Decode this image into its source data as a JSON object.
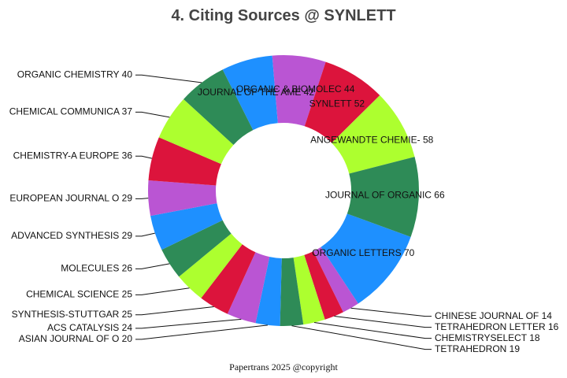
{
  "chart_data": {
    "type": "pie",
    "title": "4. Citing Sources @ SYNLETT",
    "footer": "Papertrans 2025 @copyright",
    "slices": [
      {
        "label": "ORGANIC LETTERS",
        "value": 70,
        "color": "#1E90FF"
      },
      {
        "label": "CHINESE JOURNAL OF",
        "value": 14,
        "color": "#BA55D3"
      },
      {
        "label": "TETRAHEDRON LETTER",
        "value": 16,
        "color": "#DC143C"
      },
      {
        "label": "CHEMISTRYSELECT",
        "value": 18,
        "color": "#ADFF2F"
      },
      {
        "label": "TETRAHEDRON",
        "value": 19,
        "color": "#2E8B57"
      },
      {
        "label": "ASIAN JOURNAL OF O",
        "value": 20,
        "color": "#1E90FF"
      },
      {
        "label": "ACS CATALYSIS",
        "value": 24,
        "color": "#BA55D3"
      },
      {
        "label": "SYNTHESIS-STUTTGAR",
        "value": 25,
        "color": "#DC143C"
      },
      {
        "label": "CHEMICAL SCIENCE",
        "value": 25,
        "color": "#ADFF2F"
      },
      {
        "label": "MOLECULES",
        "value": 26,
        "color": "#2E8B57"
      },
      {
        "label": "ADVANCED SYNTHESIS",
        "value": 29,
        "color": "#1E90FF"
      },
      {
        "label": "EUROPEAN JOURNAL O",
        "value": 29,
        "color": "#BA55D3"
      },
      {
        "label": "CHEMISTRY-A EUROPE",
        "value": 36,
        "color": "#DC143C"
      },
      {
        "label": "CHEMICAL COMMUNICA",
        "value": 37,
        "color": "#ADFF2F"
      },
      {
        "label": "ORGANIC CHEMISTRY ",
        "value": 40,
        "color": "#2E8B57"
      },
      {
        "label": "JOURNAL OF THE AME",
        "value": 42,
        "color": "#1E90FF"
      },
      {
        "label": "ORGANIC & BIOMOLEC",
        "value": 44,
        "color": "#BA55D3"
      },
      {
        "label": "SYNLETT",
        "value": 52,
        "color": "#DC143C"
      },
      {
        "label": "ANGEWANDTE CHEMIE-",
        "value": 58,
        "color": "#ADFF2F"
      },
      {
        "label": "JOURNAL OF ORGANIC",
        "value": 66,
        "color": "#2E8B57"
      }
    ]
  }
}
